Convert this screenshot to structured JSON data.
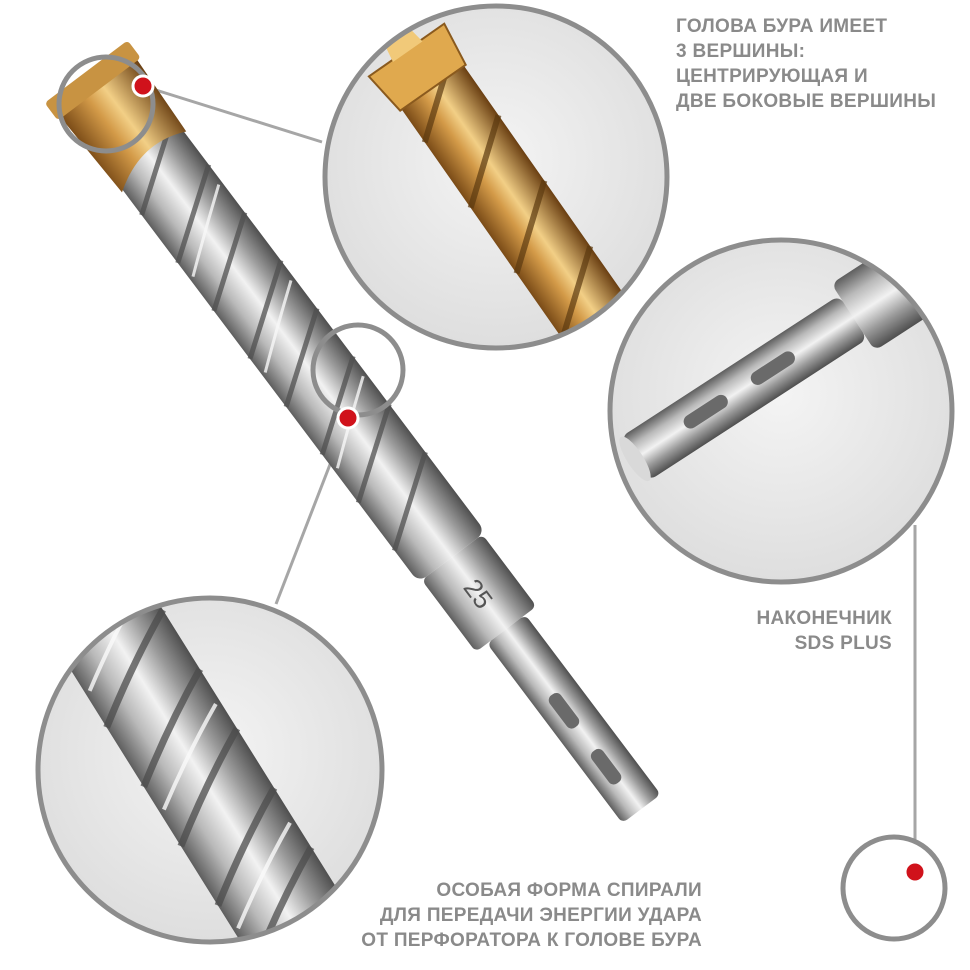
{
  "captions": {
    "drill_head": [
      "ГОЛОВА БУРА ИМЕЕТ",
      "3 ВЕРШИНЫ:",
      "ЦЕНТРИРУЮЩАЯ И",
      "ДВЕ БОКОВЫЕ ВЕРШИНЫ"
    ],
    "sds_tip": [
      "НАКОНЕЧНИК",
      "SDS PLUS"
    ],
    "spiral": [
      "ОСОБАЯ ФОРМА СПИРАЛИ",
      "ДЛЯ ПЕРЕДАЧИ ЭНЕРГИИ УДАРА",
      "ОТ ПЕРФОРАТОРА К ГОЛОВЕ БУРА"
    ]
  },
  "shank_marking": "25",
  "colors": {
    "marker": "#d0121b",
    "callout_ring": "#8d8d8d",
    "caption_text": "#8a8a8a",
    "steel_light": "#e4e4e4",
    "steel_dark": "#6e6e6e",
    "gold_light": "#e3b25d",
    "gold_dark": "#8a5a1e"
  }
}
